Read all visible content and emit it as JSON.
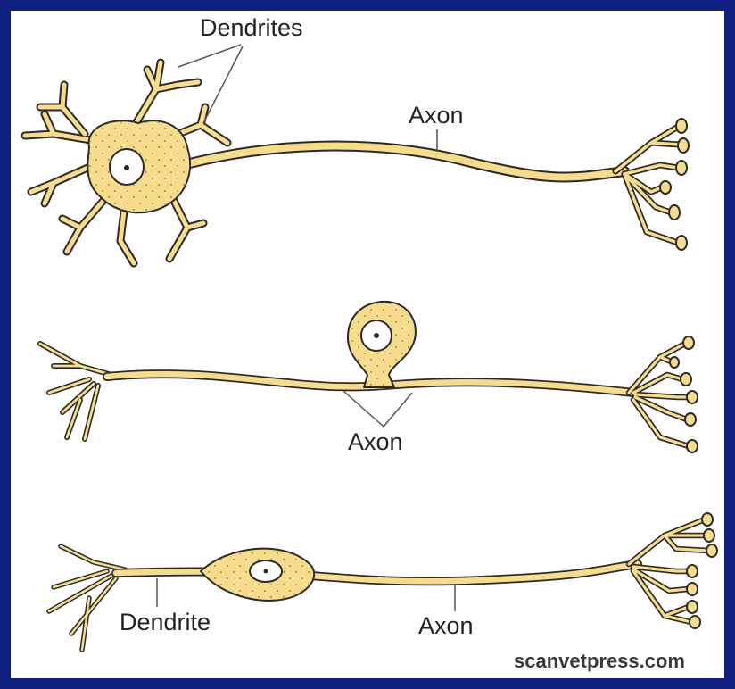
{
  "labels": {
    "neuron1_dendrites": "Dendrites",
    "neuron1_axon": "Axon",
    "neuron2_axon": "Axon",
    "neuron3_dendrite": "Dendrite",
    "neuron3_axon": "Axon"
  },
  "credit": "scanvetpress.com",
  "colors": {
    "frame": "#0f1f80",
    "cell_fill": "#f7dc8e",
    "outline": "#2a2a2a",
    "leader_line": "#555555"
  }
}
